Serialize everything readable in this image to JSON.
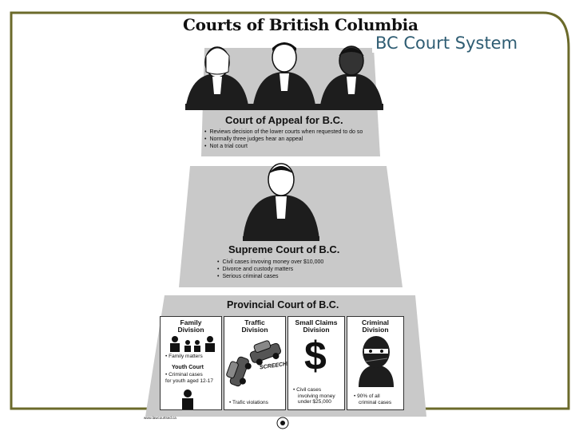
{
  "slide": {
    "title": "BC Court System",
    "frame_color": "#6b6a2a"
  },
  "poster": {
    "title": "Courts of British Columbia",
    "appeal": {
      "label": "Court of Appeal for B.C.",
      "bullets": [
        "Reviews decision of the lower courts when requested to do so",
        "Normally three judges hear an appeal",
        "Not a trial court"
      ]
    },
    "supreme": {
      "label": "Supreme Court of B.C.",
      "bullets": [
        "Civil cases invoving money over $10,000",
        "Divorce and custody matters",
        "Serious criminal cases"
      ]
    },
    "provincial": {
      "label": "Provincial Court of B.C.",
      "divisions": [
        {
          "head_line1": "Family",
          "head_line2": "Division",
          "bullet": "Family matters",
          "youth_head": "Youth Court",
          "youth_text_line1": "Criminal cases",
          "youth_text_line2": "for youth aged 12-17"
        },
        {
          "head_line1": "Traffic",
          "head_line2": "Division",
          "sound": "SCREECH!",
          "bullet": "Trafic violations"
        },
        {
          "head_line1": "Small Claims",
          "head_line2": "Division",
          "symbol": "$",
          "text_line1": "Civil cases",
          "text_line2": "involving money",
          "text_line3": "under $25,000"
        },
        {
          "head_line1": "Criminal",
          "head_line2": "Division",
          "text_line1": "90% of all",
          "text_line2": "criminal cases"
        }
      ]
    },
    "footer_url": "www.lawcourtsed.ca"
  },
  "icons": {
    "judge": "judge-icon",
    "family": "family-icon",
    "youth": "youth-icon",
    "car": "car-icon",
    "dollar": "dollar-icon",
    "criminal": "masked-criminal-icon",
    "seal": "seal-icon"
  }
}
